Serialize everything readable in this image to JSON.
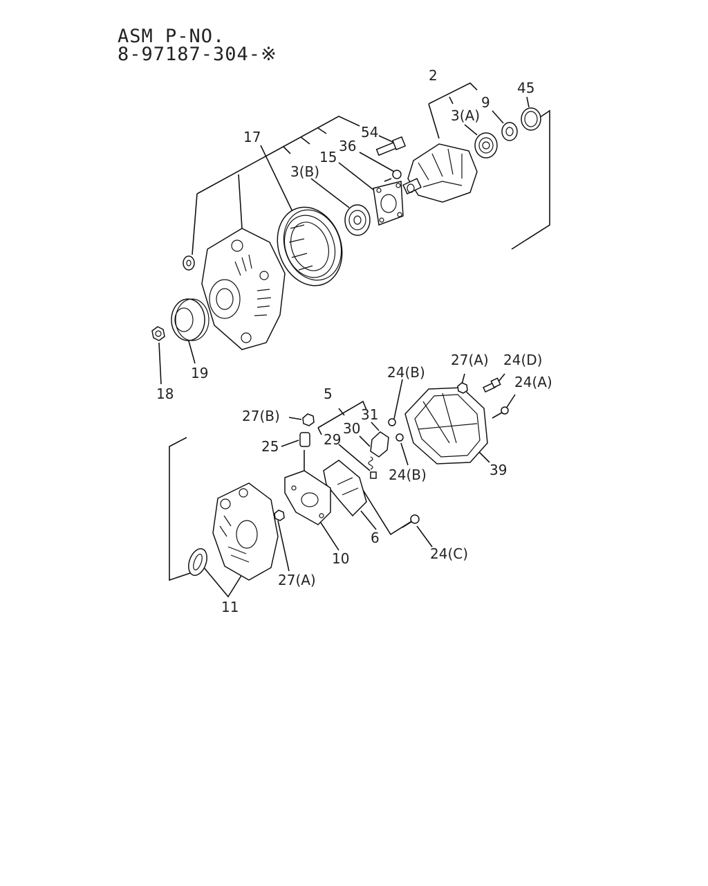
{
  "header": {
    "line1": "ASM P-NO.",
    "line2": "8-97187-304-※"
  },
  "callouts": {
    "c2": "2",
    "c45": "45",
    "c9": "9",
    "c3a": "3(A)",
    "c54": "54",
    "c17": "17",
    "c36": "36",
    "c15": "15",
    "c3b": "3(B)",
    "c19": "19",
    "c18": "18",
    "c27a_top": "27(A)",
    "c24d": "24(D)",
    "c24b_top": "24(B)",
    "c24a": "24(A)",
    "c5": "5",
    "c31": "31",
    "c27b": "27(B)",
    "c30": "30",
    "c29": "29",
    "c25": "25",
    "c24b_mid": "24(B)",
    "c39": "39",
    "c6": "6",
    "c10": "10",
    "c24c": "24(C)",
    "c27a_bot": "27(A)",
    "c11": "11"
  }
}
